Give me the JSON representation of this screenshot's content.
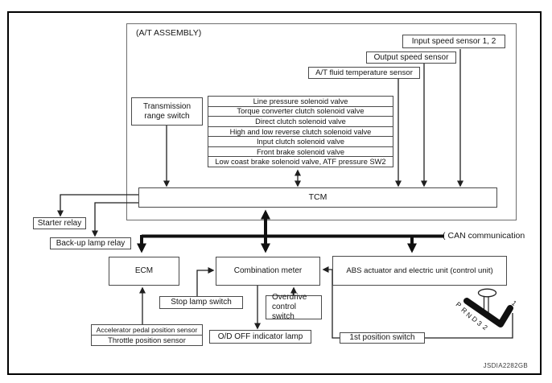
{
  "palette": {
    "ink": "#141414",
    "line": "#1f1f1f",
    "bus": "#101010",
    "background": "#ffffff"
  },
  "at_assembly": {
    "label": "(A/T ASSEMBLY)",
    "transmission_range_switch": "Transmission range switch",
    "solenoid_valves": [
      "Line pressure solenoid valve",
      "Torque converter clutch solenoid valve",
      "Direct clutch solenoid valve",
      "High and low reverse clutch solenoid valve",
      "Input clutch solenoid valve",
      "Front brake solenoid valve",
      "Low coast brake solenoid valve, ATF pressure SW2"
    ],
    "sensors": {
      "input_speed": "Input speed sensor 1, 2",
      "output_speed": "Output speed sensor",
      "fluid_temp": "A/T fluid temperature sensor"
    },
    "tcm": "TCM"
  },
  "relays": {
    "starter": "Starter relay",
    "backup_lamp": "Back-up lamp relay"
  },
  "can": {
    "bus_end_mark": "(",
    "label": "CAN communication"
  },
  "modules": {
    "ecm": "ECM",
    "combination_meter": "Combination meter",
    "abs_unit": "ABS actuator and electric unit (control unit)"
  },
  "peripherals": {
    "stop_lamp_switch": "Stop lamp switch",
    "overdrive_control_switch": "Overdrive control switch",
    "od_off_indicator_lamp": "O/D OFF indicator lamp",
    "accelerator_pedal_position_sensor": "Accelerator pedal position sensor",
    "throttle_position_sensor": "Throttle position sensor",
    "first_position_switch": "1st position switch"
  },
  "shifter": {
    "letters": [
      "P",
      "R",
      "N",
      "D",
      "3",
      "2",
      "1"
    ]
  },
  "footer": {
    "diagram_code": "JSDIA2282GB"
  }
}
